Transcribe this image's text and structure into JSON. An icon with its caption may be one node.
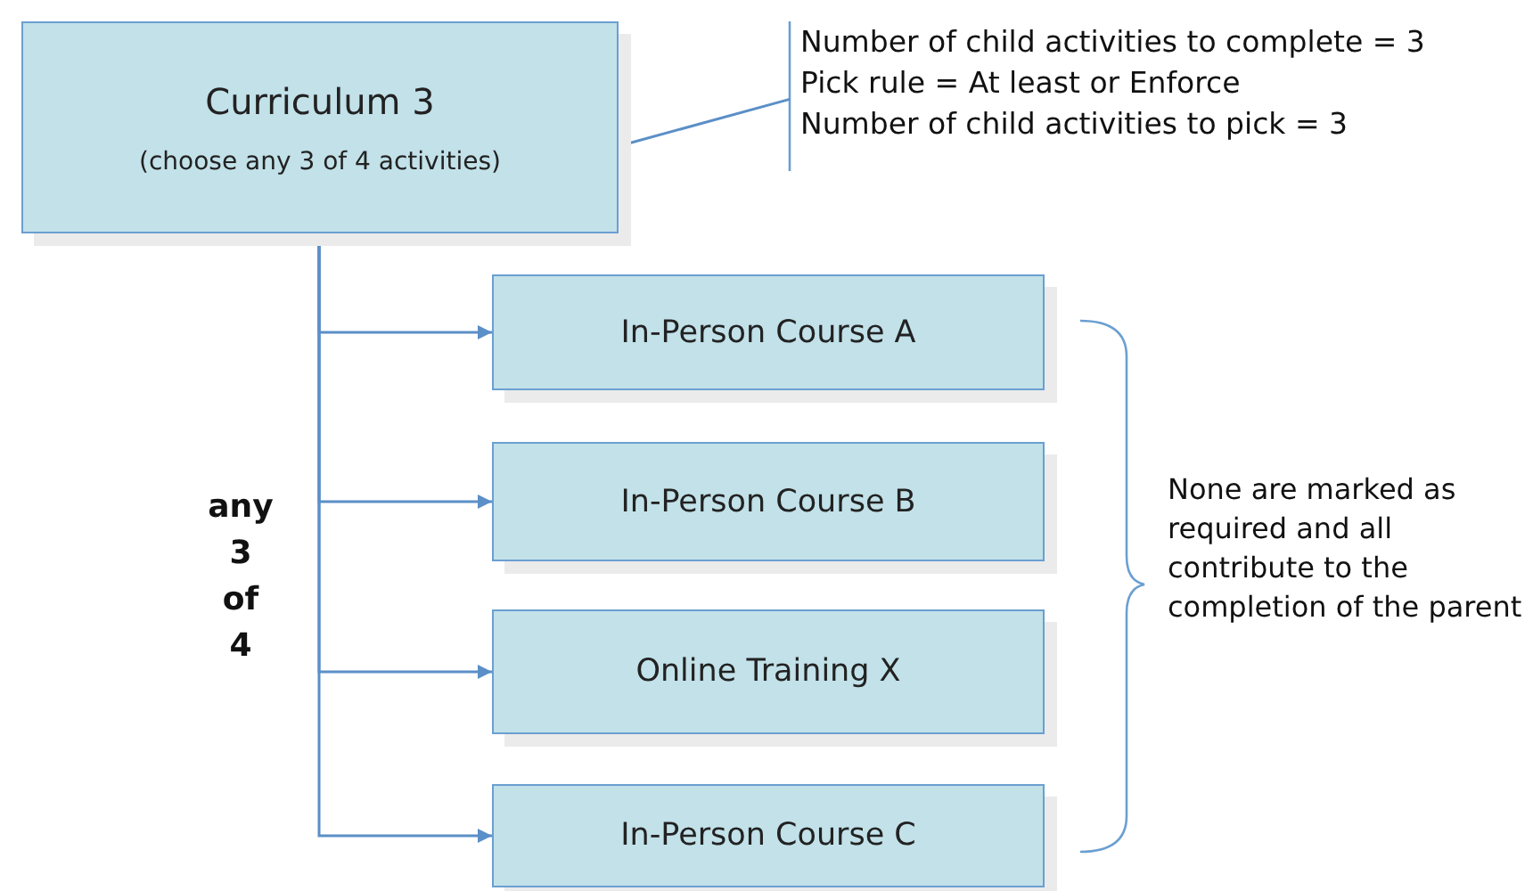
{
  "diagram": {
    "nodes": [
      {
        "text": [
          "Curriculum 3",
          "(choose any 3 of 4 activities)"
        ]
      },
      {
        "text": [
          "Number of child activities to complete = 3",
          "Pick rule = At least or Enforce",
          "Number of child activities to pick = 3"
        ]
      },
      {
        "text": [
          "In-Person Course A"
        ]
      },
      {
        "text": [
          "In-Person Course B"
        ]
      },
      {
        "text": [
          "Online Training X"
        ]
      },
      {
        "text": [
          "In-Person Course C"
        ]
      }
    ],
    "edges": [
      {
        "from": 0,
        "to": 1,
        "arrow": "none"
      },
      {
        "from": 0,
        "to": 2,
        "arrow": "to"
      },
      {
        "from": 0,
        "to": 3,
        "arrow": "to"
      },
      {
        "from": 0,
        "to": 4,
        "arrow": "to"
      },
      {
        "from": 0,
        "to": 5,
        "arrow": "to"
      }
    ],
    "labels": [
      "any 3 of 4",
      "None are marked as required and all contribute to the completion of the parent"
    ]
  }
}
